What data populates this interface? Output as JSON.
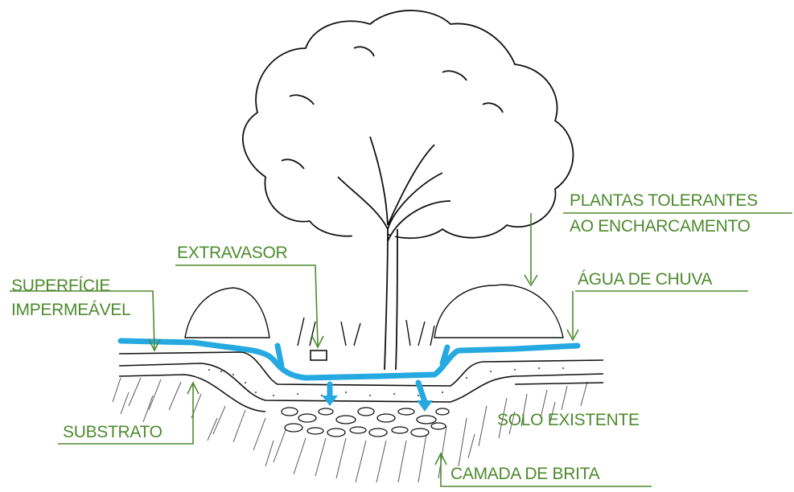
{
  "labels": {
    "plantas_line1": "PLANTAS TOLERANTES",
    "plantas_line2": "AO ENCHARCAMENTO",
    "extravasor": "EXTRAVASOR",
    "superficie_line1": "SUPERFÍCIE",
    "superficie_line2": "IMPERMEÁVEL",
    "agua": "ÁGUA DE CHUVA",
    "substrato": "SUBSTRATO",
    "solo": "SOLO EXISTENTE",
    "camada": "CAMADA DE BRITA"
  },
  "colors": {
    "label_green": "#4e8a2e",
    "water_blue": "#25a9e0",
    "ink": "#1a1a1a"
  }
}
